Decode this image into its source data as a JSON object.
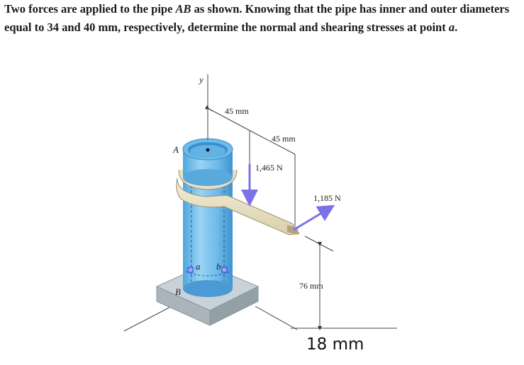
{
  "problem": {
    "part1": "Two forces are applied to the pipe ",
    "pipe": "AB",
    "part2": " as shown. Knowing that the pipe has inner and outer diameters equal to 34 and 40 mm, respectively, determine the normal and shearing stresses at point ",
    "point": "a",
    "part3": "."
  },
  "figure": {
    "label_y": "y",
    "label_A": "A",
    "label_B": "B",
    "label_a": "a",
    "label_b": "b",
    "dim_top": "45 mm",
    "dim_arm": "45 mm",
    "force_vertical": "1,465 N",
    "force_horizontal": "1,185 N",
    "dim_height": "76 mm",
    "handwritten_note": "18 mm",
    "colors": {
      "pipe": "#7fc4ef",
      "pipe_dark": "#3f98d6",
      "wrench": "#ece4c8",
      "base": "#b9c4cc",
      "force_arrow": "#7b72e6"
    }
  }
}
